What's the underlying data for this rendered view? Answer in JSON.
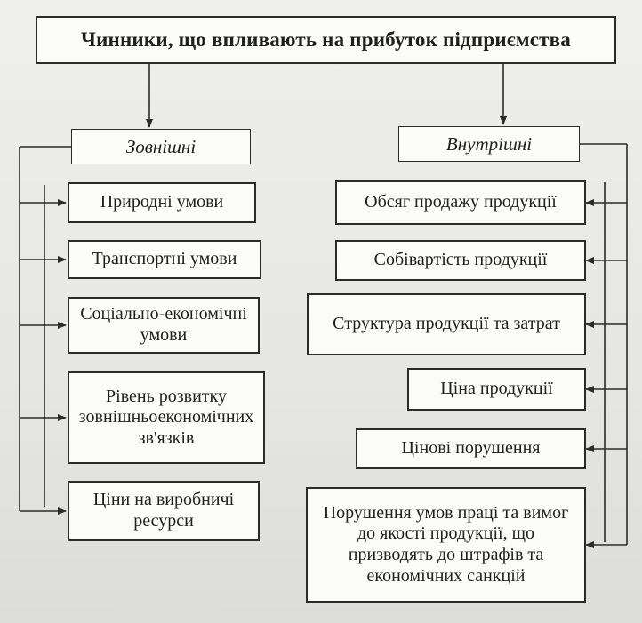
{
  "diagram": {
    "title": "Чинники, що впливають на прибуток підприємства",
    "external": {
      "heading": "Зовнішні",
      "items": [
        "Природні умови",
        "Транспортні умови",
        "Соціально-економічні умови",
        "Рівень розвитку зовнішньоекономічних зв'язків",
        "Ціни на виробничі ресурси"
      ]
    },
    "internal": {
      "heading": "Внутрішні",
      "items": [
        "Обсяг продажу продукції",
        "Собівартість продукції",
        "Структура продукції та затрат",
        "Ціна продукції",
        "Цінові порушення",
        "Порушення умов праці та вимог до якості продукції, що призводять до штрафів та економічних санкцій"
      ]
    }
  }
}
